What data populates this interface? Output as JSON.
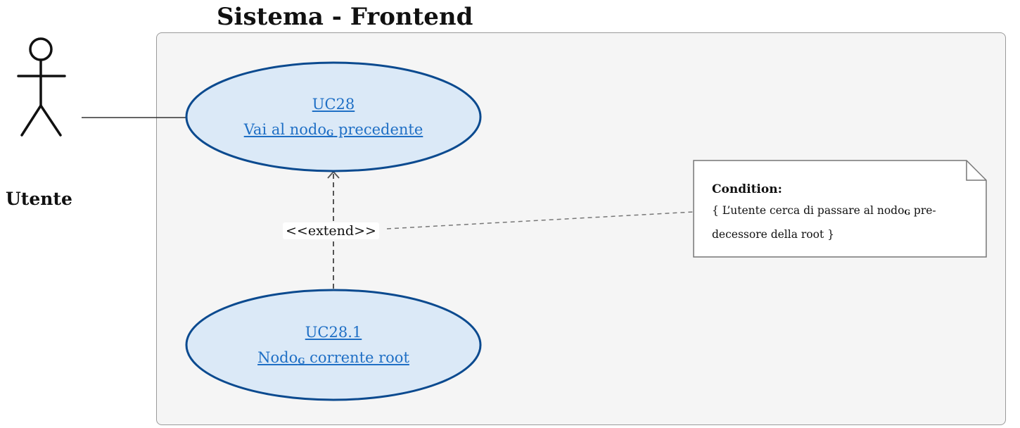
{
  "system": {
    "title": "Sistema - Frontend"
  },
  "actor": {
    "label": "Utente",
    "icon": "stick-figure-icon"
  },
  "use_cases": [
    {
      "id": "UC28",
      "name_main": "Vai al nodo",
      "name_sub": "G",
      "name_tail": " precedente"
    },
    {
      "id": "UC28.1",
      "name_main": "Nodo",
      "name_sub": "G",
      "name_tail": " corrente root"
    }
  ],
  "relation": {
    "label": "<<extend>>"
  },
  "note": {
    "title": "Condition:",
    "text_part1": "{ L’utente cerca di passare al nodo",
    "text_sub": "G",
    "text_part2": " pre-decessore della root }"
  },
  "colors": {
    "usecase_fill": "#dbe9f7",
    "usecase_stroke": "#0b4a8f",
    "link_text": "#1f6fc5",
    "system_fill": "#f5f5f5"
  }
}
